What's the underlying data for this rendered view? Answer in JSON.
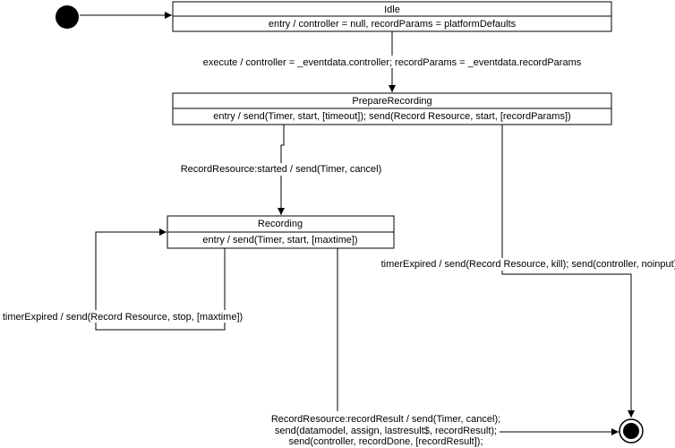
{
  "states": {
    "idle": {
      "name": "Idle",
      "action": "entry / controller = null, recordParams = platformDefaults"
    },
    "prepare": {
      "name": "PrepareRecording",
      "action": "entry / send(Timer, start, [timeout]); send(Record Resource, start, [recordParams])"
    },
    "recording": {
      "name": "Recording",
      "action": "entry / send(Timer, start, [maxtime])"
    }
  },
  "transitions": {
    "execute": "execute / controller = _eventdata.controller; recordParams = _eventdata.recordParams",
    "started": "RecordResource:started / send(Timer, cancel)",
    "prepare_timeout": "timerExpired / send(Record Resource, kill); send(controller, noinput)",
    "recording_timeout": "timerExpired / send(Record Resource, stop, [maxtime])",
    "record_result": [
      "RecordResource:recordResult / send(Timer, cancel);",
      "send(datamodel, assign, lastresult$, recordResult);",
      "send(controller, recordDone, [recordResult]);"
    ]
  }
}
